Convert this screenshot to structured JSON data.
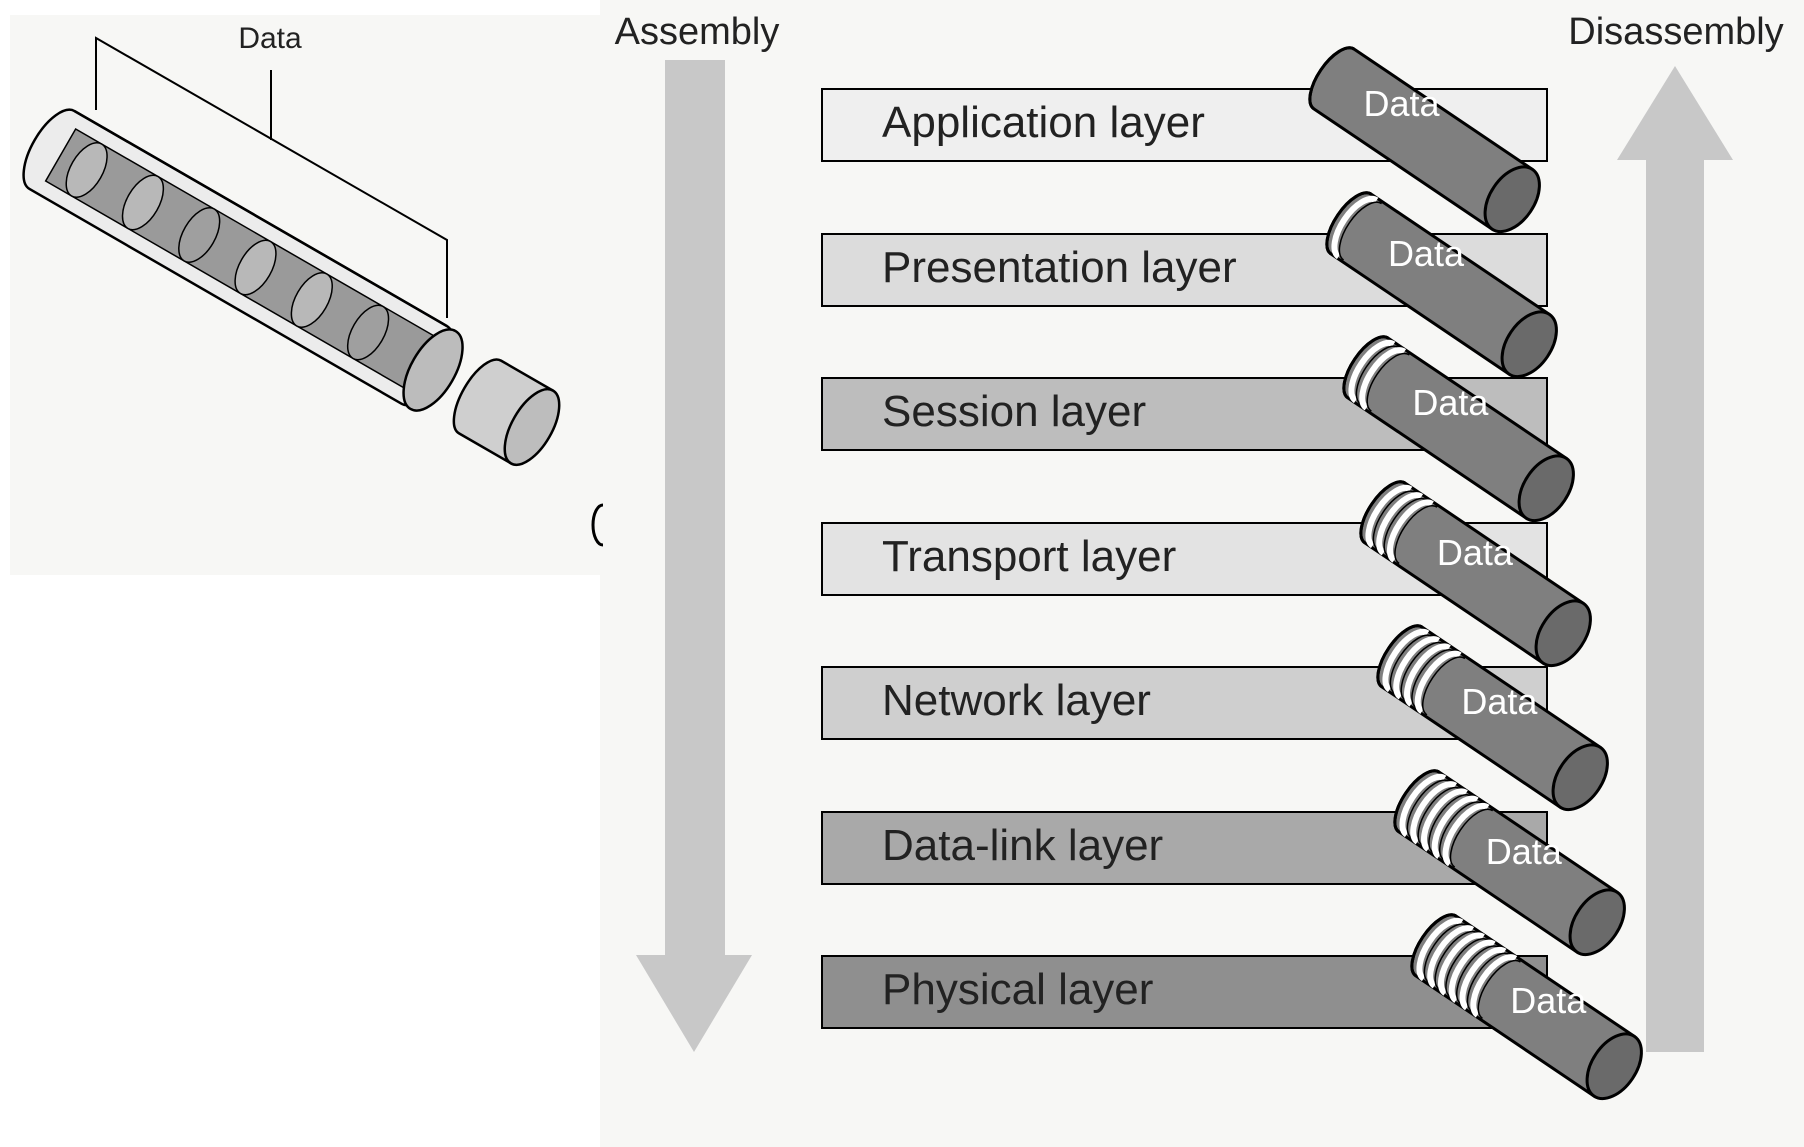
{
  "inset": {
    "label": "Data"
  },
  "arrows": {
    "assembly_label": "Assembly",
    "disassembly_label": "Disassembly"
  },
  "layers": [
    {
      "name": "Application layer",
      "fill": "#efefef",
      "headers": 0
    },
    {
      "name": "Presentation layer",
      "fill": "#dcdcdc",
      "headers": 1
    },
    {
      "name": "Session layer",
      "fill": "#bdbdbd",
      "headers": 2
    },
    {
      "name": "Transport layer",
      "fill": "#e3e3e3",
      "headers": 3
    },
    {
      "name": "Network layer",
      "fill": "#cfcfcf",
      "headers": 4
    },
    {
      "name": "Data-link layer",
      "fill": "#a9a9a9",
      "headers": 5
    },
    {
      "name": "Physical layer",
      "fill": "#8f8f8f",
      "headers": 6
    }
  ],
  "cylinder_label": "Data",
  "colors": {
    "arrow": "#c8c8c8",
    "cylinder_body": "#7f7f7f",
    "cylinder_cap": "#6a6a6a",
    "header_ring": "#ffffff",
    "outline": "#000000"
  }
}
